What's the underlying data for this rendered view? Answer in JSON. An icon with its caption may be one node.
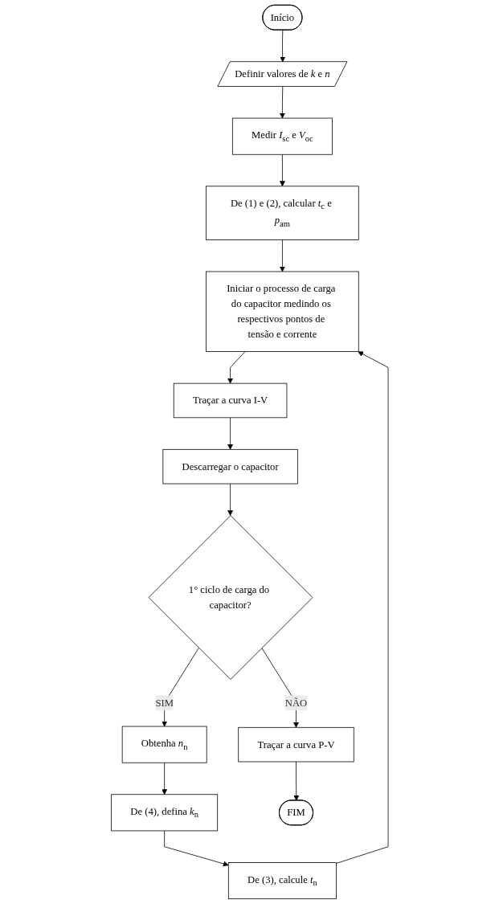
{
  "diagram": {
    "nodes": [
      {
        "text": [
          "Início"
        ]
      },
      {
        "text": [
          "Definir valores de *k* e *n*"
        ]
      },
      {
        "text": [
          "Medir *I*$_{sc}$ e *V*$_{oc}$"
        ]
      },
      {
        "text": [
          "De (1) e (2), calcular *t*$_{c}$ e *p*$_{am}$"
        ]
      },
      {
        "text": [
          "Iniciar o processo de carga do capacitor medindo os respectivos pontos de tensão e corrente"
        ]
      },
      {
        "text": [
          "Traçar a curva I-V"
        ]
      },
      {
        "text": [
          "Descarregar o capacitor"
        ]
      },
      {
        "text": [
          "1° ciclo de carga do capacitor?"
        ]
      },
      {
        "text": [
          "Obtenha *n*$_{n}$"
        ]
      },
      {
        "text": [
          "De (4), defina *k*$_{n}$"
        ]
      },
      {
        "text": [
          "De (3), calcule *t*$_{n}$"
        ]
      },
      {
        "text": [
          "Traçar a curva P-V"
        ]
      },
      {
        "text": [
          "FIM"
        ]
      }
    ],
    "edges": [
      {
        "from": 0,
        "to": 1,
        "arrow": "to"
      },
      {
        "from": 1,
        "to": 2,
        "arrow": "to"
      },
      {
        "from": 2,
        "to": 3,
        "arrow": "to"
      },
      {
        "from": 3,
        "to": 4,
        "arrow": "to"
      },
      {
        "from": 4,
        "to": 5,
        "arrow": "to"
      },
      {
        "from": 5,
        "to": 6,
        "arrow": "to"
      },
      {
        "from": 6,
        "to": 7,
        "arrow": "to"
      },
      {
        "from": 7,
        "to": 8,
        "arrow": "to",
        "label": "SIM"
      },
      {
        "from": 8,
        "to": 9,
        "arrow": "to"
      },
      {
        "from": 9,
        "to": 10,
        "arrow": "to"
      },
      {
        "from": 10,
        "to": 4,
        "arrow": "to"
      },
      {
        "from": 7,
        "to": 11,
        "arrow": "to",
        "label": "NÃO"
      },
      {
        "from": 11,
        "to": 12,
        "arrow": "to"
      }
    ]
  }
}
